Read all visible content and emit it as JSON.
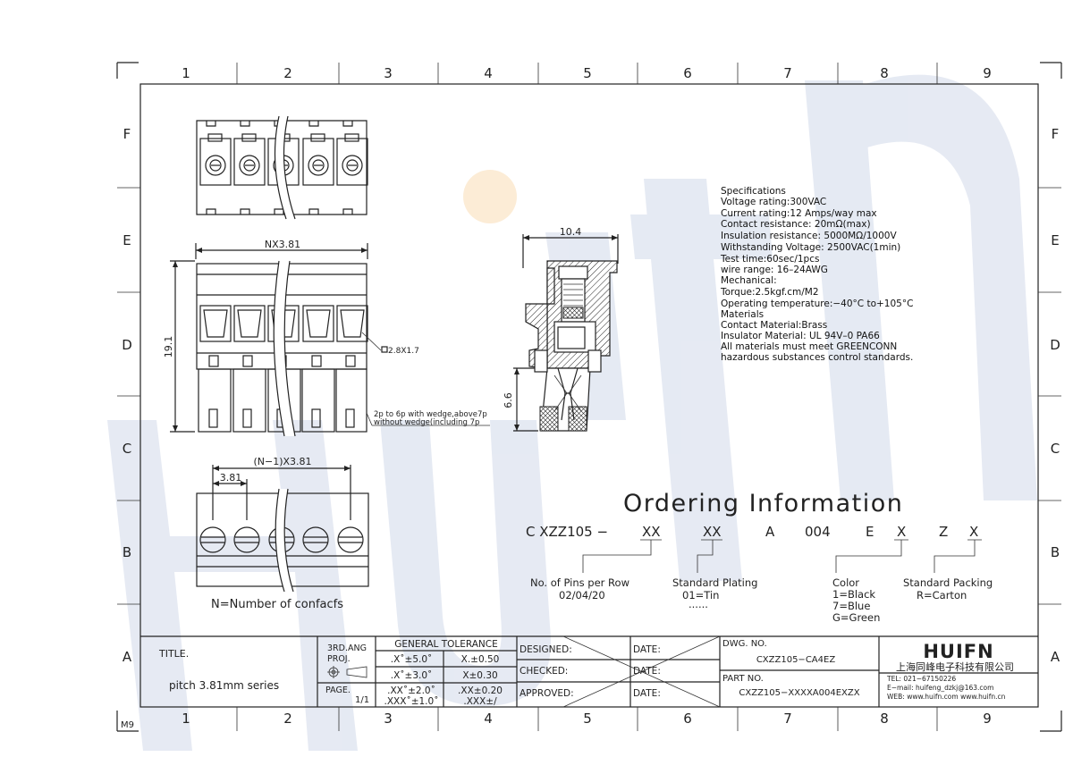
{
  "border": {
    "columns": [
      "1",
      "2",
      "3",
      "4",
      "5",
      "6",
      "7",
      "8",
      "9"
    ],
    "rows": [
      "F",
      "E",
      "D",
      "C",
      "B",
      "A"
    ],
    "corner_code": "M9"
  },
  "watermark": {
    "text": "HUIFN",
    "color": "#dde3ef",
    "dot_color": "#fbe6c8"
  },
  "views": {
    "top_length": "NX3.81",
    "height": "19.1",
    "callout_square": "2.8X1.7",
    "wedge_note_1": "2p to 6p with wedge,above7p",
    "wedge_note_2": "without wedge(including 7p",
    "side_width": "10.4",
    "side_height": "6.6",
    "bottom_span": "(N−1)X3.81",
    "bottom_pitch": "3.81",
    "contacts_note": "N=Number of confacfs"
  },
  "specs": {
    "lines": [
      "Specifications",
      "Voltage rating:300VAC",
      "Current rating:12 Amps/way max",
      "Contact resistance: 20mΩ(max)",
      "Insulation resistance: 5000MΩ/1000V",
      "Withstanding Voltage: 2500VAC(1min)",
      "Test time:60sec/1pcs",
      "wire range: 16–24AWG",
      "Mechanical:",
      "Torque:2.5kgf.cm/M2",
      "Operating temperature:−40°C to+105°C",
      "Materials",
      "Contact Material:Brass",
      "Insulator Material: UL 94V–0 PA66",
      "All materials must meet GREENCONN",
      "hazardous substances control standards."
    ]
  },
  "ordering": {
    "title": "Ordering Information",
    "code_parts": [
      "C XZZ105 −",
      "XX",
      "XX",
      "A",
      "004",
      "E",
      "X",
      "Z",
      "X"
    ],
    "pins_label": "No. of Pins per Row",
    "pins_values": "02/04/20",
    "plating_label": "Standard Plating",
    "plating_value": "01=Tin",
    "plating_more": "......",
    "color_label": "Color",
    "color_values": [
      "1=Black",
      "7=Blue",
      "G=Green"
    ],
    "packing_label": "Standard Packing",
    "packing_value": "R=Carton"
  },
  "title_block": {
    "title_label": "TITLE.",
    "title_value": "pitch 3.81mm series",
    "proj_label_1": "3RD.ANG",
    "proj_label_2": "PROJ.",
    "page_label": "PAGE.",
    "page_value": "1/1",
    "tolerance_header": "GENERAL TOLERANCE",
    "tolerances": [
      [
        ".X˚±5.0˚",
        "X.±0.50"
      ],
      [
        ".X˚±3.0˚",
        "X±0.30"
      ],
      [
        ".XX˚±2.0˚",
        ".XX±0.20"
      ],
      [
        ".XXX˚±1.0˚",
        ".XXX±/"
      ]
    ],
    "designed": "DESIGNED:",
    "checked": "CHECKED:",
    "approved": "APPROVED:",
    "date": "DATE:",
    "dwg_label": "DWG. NO.",
    "dwg_value": "CXZZ105−CA4EZ",
    "part_label": "PART NO.",
    "part_value": "CXZZ105−XXXXA004EXZX",
    "company_logo": "HUIFN",
    "company_name": "上海同峰电子科技有限公司",
    "tel": "TEL: 021−67150226",
    "email": "E−mail: huifeng_dzkj@163.com",
    "web": "WEB: www.huifn.com  www.huifn.cn"
  }
}
